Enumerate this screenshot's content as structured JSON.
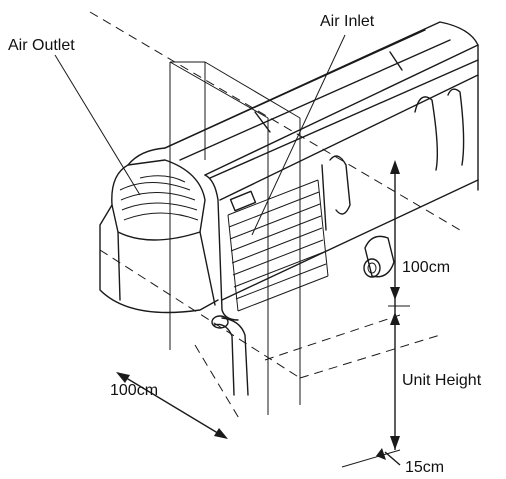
{
  "labels": {
    "air_outlet": "Air Outlet",
    "air_inlet": "Air Inlet",
    "top_clearance": "100cm",
    "side_clearance": "100cm",
    "unit_height": "Unit Height",
    "front_clearance": "15cm"
  }
}
